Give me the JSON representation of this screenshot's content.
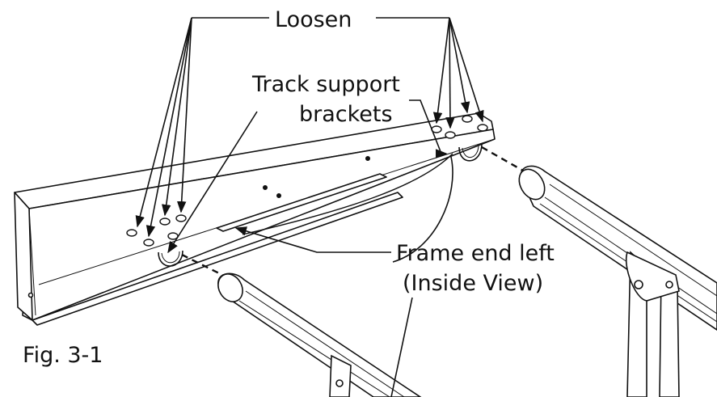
{
  "figure": {
    "caption": "Fig. 3-1",
    "labels": {
      "loosen": "Loosen",
      "track_line1": "Track support",
      "track_line2": "brackets",
      "frame_line1": "Frame end left",
      "frame_line2": "(Inside View)"
    }
  },
  "colors": {
    "ink": "#111111",
    "paper": "#ffffff"
  }
}
